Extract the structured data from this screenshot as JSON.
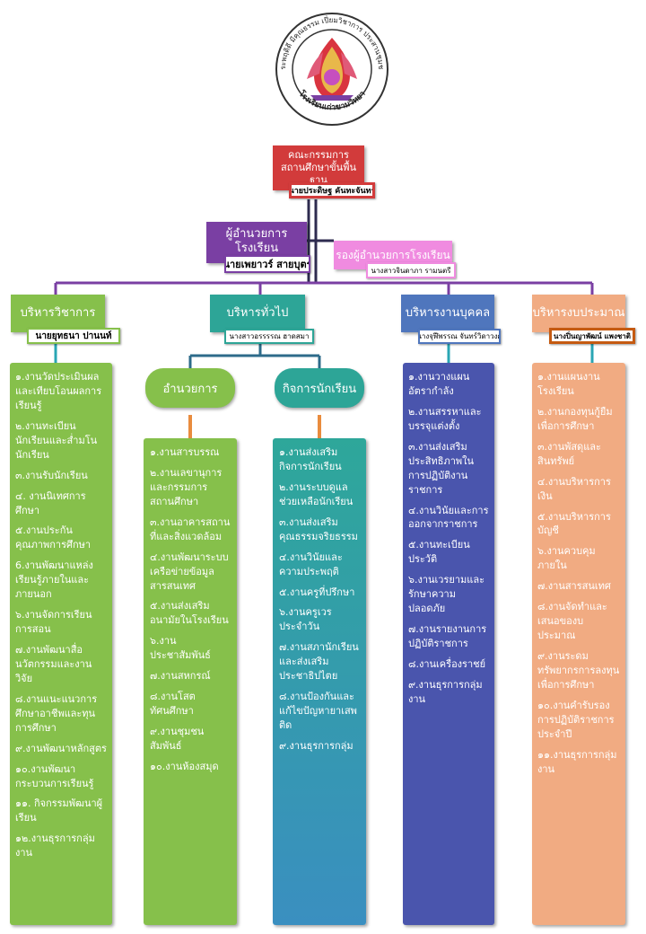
{
  "logo": {
    "ring_top_text": "ประพฤติดี มีคุณธรรม เปี่ยมวิชาการ ประสานชุมชน",
    "ring_bottom_text": "โรงเรียนเก่าขามวิทยา"
  },
  "top_board": {
    "title": "คณะกรรมการ\nสถานศึกษาขั้นพื้นฐาน",
    "name": "นายประดิษฐ คันทะจันทร์"
  },
  "director": {
    "title": "ผู้อำนวยการโรงเรียน",
    "name": "นายเพยาวร์ สายบุตร"
  },
  "deputy": {
    "title": "รองผู้อำนวยการโรงเรียน",
    "name": "นางสาวจินดาภา รามนตรี"
  },
  "departments": [
    {
      "title": "บริหารวิชาการ",
      "name": "นายยุทธนา ปานนท์"
    },
    {
      "title": "บริหารทั่วไป",
      "name": "นางสาวอรรรรณ ฮาดสมา"
    },
    {
      "title": "บริหารงานบุคคล",
      "name": "นางจุฬีพรรณ จันทร์วิดาวงศ์"
    },
    {
      "title": "บริหารงบประมาณ",
      "name": "นางปิ่นญาพัฒน์ แพงชาติ"
    }
  ],
  "sub_groups": [
    {
      "title": "อำนวยการ"
    },
    {
      "title": "กิจการนักเรียน"
    }
  ],
  "lists": {
    "academic": [
      "๑.งานวัดประเมินผลและเทียบโอนผลการเรียนรู้",
      "๒.งานทะเบียนนักเรียนและส่ำมโนนักเรียน",
      "๓.งานรับนักเรียน",
      "๔. งานนิเทศการศึกษา",
      "๕.งานประกันคุณภาพการศึกษา",
      "6.งานพัฒนาแหล่งเรียนรู้ภายในและภายนอก",
      "๖.งานจัดการเรียนการสอน",
      "๗.งานพัฒนาสื่อนวัตกรรมและงานวิจัย",
      "๘.งานแนะแนวการศึกษาอาชีพและทุนการศึกษา",
      "๙.งานพัฒนาหลักสูตร",
      "๑๐.งานพัฒนากระบวนการเรียนรู้",
      "๑๑. กิจกรรมพัฒนาผู้เรียน",
      "๑๒.งานธุรการกลุ่มงาน"
    ],
    "admin": [
      "๑.งานสารบรรณ",
      "๒.งานเลขานุการและกรรมการสถานศึกษา",
      "๓.งานอาคารสถานที่และสิ่งแวดล้อม",
      "๔.งานพัฒนาระบบเครือข่ายข้อมูลสารสนเทศ",
      "๕.งานส่งเสริมอนามัยในโรงเรียน",
      "๖.งานประชาสัมพันธ์",
      "๗.งานสหกรณ์",
      "๘.งานโสตทัศนศึกษา",
      "๙.งานชุมชนสัมพันธ์",
      "๑๐.งานห้องสมุด"
    ],
    "student_affairs": [
      "๑.งานส่งเสริมกิจการนักเรียน",
      "๒.งานระบบดูแลช่วยเหลือนักเรียน",
      "๓.งานส่งเสริมคุณธรรมจริยธรรม",
      "๔.งานวินัยและความประพฤติ",
      "๕.งานครูที่ปรึกษา",
      "๖.งานครูเวรประจำวัน",
      "๗.งานสภานักเรียนและส่งเสริมประชาธิปไตย",
      "๘.งานป้องกันและแก้ไขปัญหายาเสพติด",
      "๙.งานธุรการกลุ่ม"
    ],
    "personnel": [
      "๑.งานวางแผนอัตรากำลัง",
      "๒.งานสรรหาและบรรจุแต่งตั้ง",
      "๓.งานส่งเสริมประสิทธิภาพในการปฏิบัติงานราชการ",
      "๔.งานวินัยและการออกจากราชการ",
      "๕.งานทะเบียนประวัติ",
      "๖.งานเวรยามและรักษาความปลอดภัย",
      "๗.งานรายงานการปฏิบัติราชการ",
      "๘.งานเครื่องราชย์",
      "๙.งานธุรการกลุ่มงาน"
    ],
    "budget": [
      "๑.งานแผนงานโรงเรียน",
      "๒.งานกองทุนกู้ยืมเพื่อการศึกษา",
      "๓.งานพัสดุและสินทรัพย์",
      "๔.งานบริหารการเงิน",
      "๕.งานบริหารการบัญชี",
      "๖.งานควบคุมภายใน",
      "๗.งานสารสนเทศ",
      "๘.งานจัดทำและเสนอของบประมาณ",
      "๙.งานระดมทรัพยากรการลงทุนเพื่อการศึกษา",
      "๑๐.งานคำรับรองการปฏิบัติราชการประจำปี",
      "๑๑.งานธุรการกลุ่มงาน"
    ]
  },
  "colors": {
    "red": "#d23b3b",
    "purple": "#7a3fa3",
    "pink": "#f08be0",
    "green": "#86c04b",
    "teal": "#2da597",
    "blue": "#4f76bd",
    "navy": "#4a55ad",
    "peach": "#f1ab82"
  }
}
